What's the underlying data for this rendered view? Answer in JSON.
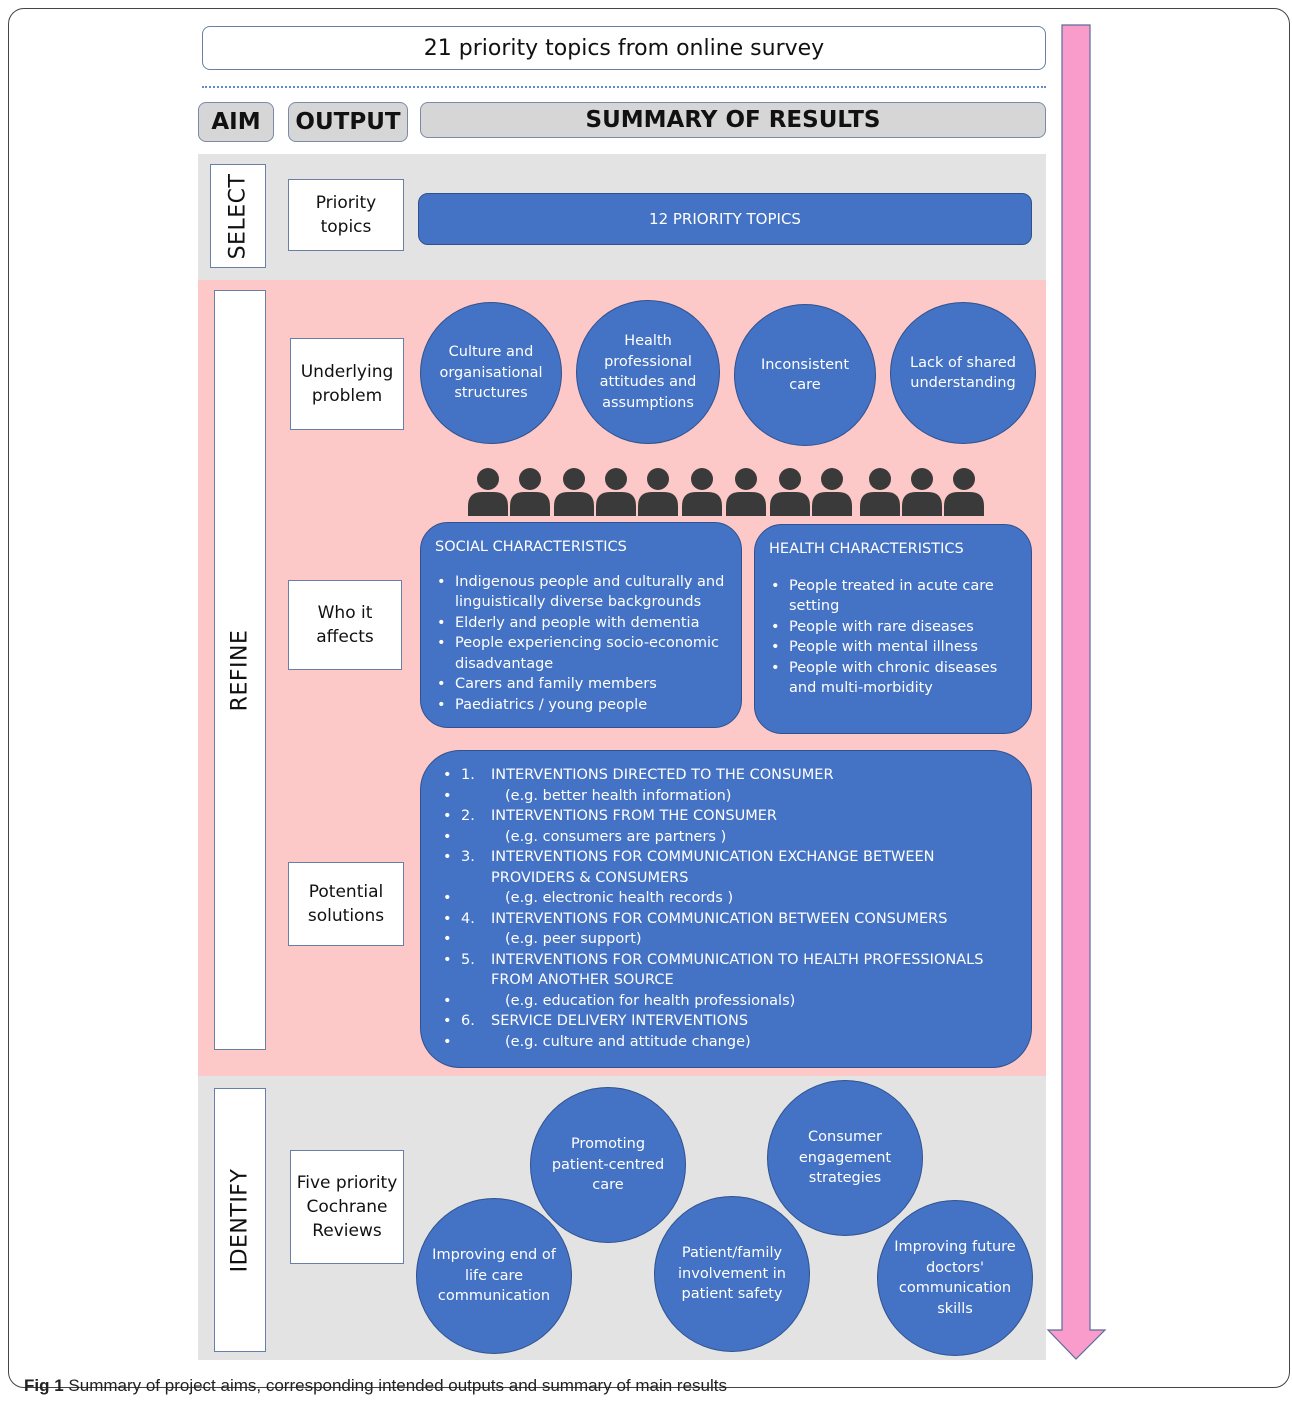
{
  "top_title": "21 priority topics from online survey",
  "headers": {
    "aim": "AIM",
    "output": "OUTPUT",
    "summary": "SUMMARY OF RESULTS"
  },
  "select": {
    "aim": "SELECT",
    "output": "Priority topics",
    "result": "12 PRIORITY TOPICS"
  },
  "refine": {
    "aim": "REFINE",
    "underlying_output": "Underlying problem",
    "problems": [
      "Culture and organisational structures",
      "Health professional attitudes and assumptions",
      "Inconsistent care",
      "Lack of shared understanding"
    ],
    "who_output": "Who it affects",
    "social": {
      "title": "SOCIAL CHARACTERISTICS",
      "items": [
        "Indigenous people and culturally and linguistically diverse backgrounds",
        "Elderly and people with dementia",
        "People experiencing socio-economic disadvantage",
        "Carers and family members",
        "Paediatrics / young people"
      ]
    },
    "health": {
      "title": "HEALTH CHARACTERISTICS",
      "items": [
        "People treated in acute care setting",
        "People with rare diseases",
        "People with mental illness",
        "People with chronic diseases and multi-morbidity"
      ]
    },
    "solutions_output": "Potential solutions",
    "solutions": [
      {
        "num": "1.",
        "title": "INTERVENTIONS DIRECTED TO THE CONSUMER",
        "eg": "(e.g. better health information)"
      },
      {
        "num": "2.",
        "title": "INTERVENTIONS FROM THE CONSUMER",
        "eg": "(e.g. consumers are partners )"
      },
      {
        "num": "3.",
        "title": "INTERVENTIONS FOR COMMUNICATION EXCHANGE BETWEEN PROVIDERS & CONSUMERS",
        "eg": "(e.g. electronic health records )"
      },
      {
        "num": "4.",
        "title": "INTERVENTIONS FOR COMMUNICATION BETWEEN CONSUMERS",
        "eg": "(e.g. peer support)"
      },
      {
        "num": "5.",
        "title": "INTERVENTIONS FOR COMMUNICATION TO HEALTH PROFESSIONALS FROM ANOTHER SOURCE",
        "eg": "(e.g. education for health professionals)"
      },
      {
        "num": "6.",
        "title": "SERVICE DELIVERY INTERVENTIONS",
        "eg": "(e.g. culture and attitude change)"
      }
    ]
  },
  "identify": {
    "aim": "IDENTIFY",
    "output": "Five priority Cochrane Reviews",
    "reviews": [
      "Promoting patient-centred care",
      "Consumer engagement strategies",
      "Improving end of life care communication",
      "Patient/family involvement in patient safety",
      "Improving future doctors' communication skills"
    ]
  },
  "caption": {
    "label": "Fig 1",
    "text": " Summary of project aims, corresponding intended outputs and summary of main results"
  },
  "colors": {
    "blue": "#4472c4",
    "band_grey": "#e3e3e3",
    "band_pink": "#fcc8c8",
    "arrow": "#f99ccc"
  },
  "icons": [
    "person-icon"
  ]
}
